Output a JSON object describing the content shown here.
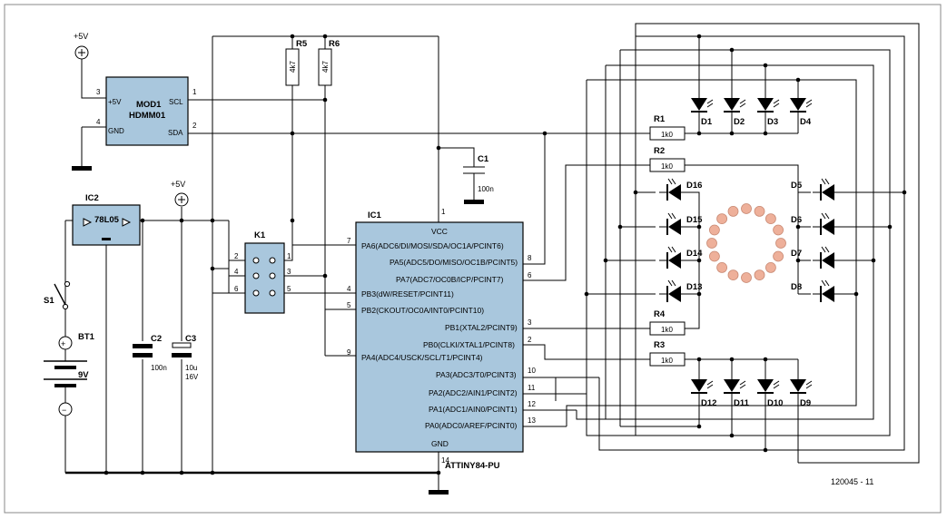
{
  "power": {
    "vcc_label": "+5V",
    "battery_plus": "+",
    "battery_minus": "−"
  },
  "mod1": {
    "ref": "MOD1",
    "name": "HDMM01",
    "pins": {
      "p5v": "+5V",
      "gnd": "GND",
      "scl": "SCL",
      "sda": "SDA"
    },
    "nums": {
      "p5v": "3",
      "gnd": "4",
      "scl": "1",
      "sda": "2"
    }
  },
  "ic2": {
    "ref": "IC2",
    "value": "78L05"
  },
  "ic1": {
    "ref": "IC1",
    "part": "ATTINY84-PU",
    "vcc": "VCC",
    "gnd": "GND",
    "vcc_num": "1",
    "gnd_num": "14",
    "left_pins": [
      {
        "num": "7",
        "name": "PA6(ADC6/DI/MOSI/SDA/OC1A/PCINT6)"
      },
      {
        "num": "",
        "name": "PA5(ADC5/DO/MISO/OC1B/PCINT5)"
      },
      {
        "num": "",
        "name": "PA7(ADC7/OC0B/ICP/PCINT7)"
      },
      {
        "num": "4",
        "name": "PB3(dW/RESET/PCINT11)"
      },
      {
        "num": "5",
        "name": "PB2(CKOUT/OC0A/INT0/PCINT10)"
      },
      {
        "num": "9",
        "name": "PA4(ADC4/USCK/SCL/T1/PCINT4)"
      }
    ],
    "right_pins": [
      {
        "num": "8",
        "name": ""
      },
      {
        "num": "6",
        "name": ""
      },
      {
        "num": "3",
        "name": "PB1(XTAL2/PCINT9)"
      },
      {
        "num": "2",
        "name": "PB0(CLKI/XTAL1/PCINT8)"
      },
      {
        "num": "10",
        "name": "PA3(ADC3/T0/PCINT3)"
      },
      {
        "num": "11",
        "name": "PA2(ADC2/AIN1/PCINT2)"
      },
      {
        "num": "12",
        "name": "PA1(ADC1/AIN0/PCINT1)"
      },
      {
        "num": "13",
        "name": "PA0(ADC0/AREF/PCINT0)"
      }
    ]
  },
  "k1": {
    "ref": "K1",
    "left_nums": [
      "2",
      "4",
      "6"
    ],
    "right_nums": [
      "1",
      "3",
      "5"
    ]
  },
  "resistors": {
    "r5": {
      "ref": "R5",
      "value": "4k7"
    },
    "r6": {
      "ref": "R6",
      "value": "4k7"
    },
    "r1": {
      "ref": "R1",
      "value": "1k0"
    },
    "r2": {
      "ref": "R2",
      "value": "1k0"
    },
    "r3": {
      "ref": "R3",
      "value": "1k0"
    },
    "r4": {
      "ref": "R4",
      "value": "1k0"
    }
  },
  "capacitors": {
    "c1": {
      "ref": "C1",
      "value": "100n"
    },
    "c2": {
      "ref": "C2",
      "value": "100n"
    },
    "c3": {
      "ref": "C3",
      "value_a": "10u",
      "value_b": "16V"
    }
  },
  "switch": {
    "ref": "S1"
  },
  "battery": {
    "ref": "BT1",
    "value": "9V"
  },
  "diodes": {
    "top": [
      "D1",
      "D2",
      "D3",
      "D4"
    ],
    "right": [
      "D5",
      "D6",
      "D7",
      "D8"
    ],
    "bottom": [
      "D12",
      "D11",
      "D10",
      "D9"
    ],
    "left": [
      "D16",
      "D15",
      "D14",
      "D13"
    ]
  },
  "figure_code": "120045 - 11"
}
